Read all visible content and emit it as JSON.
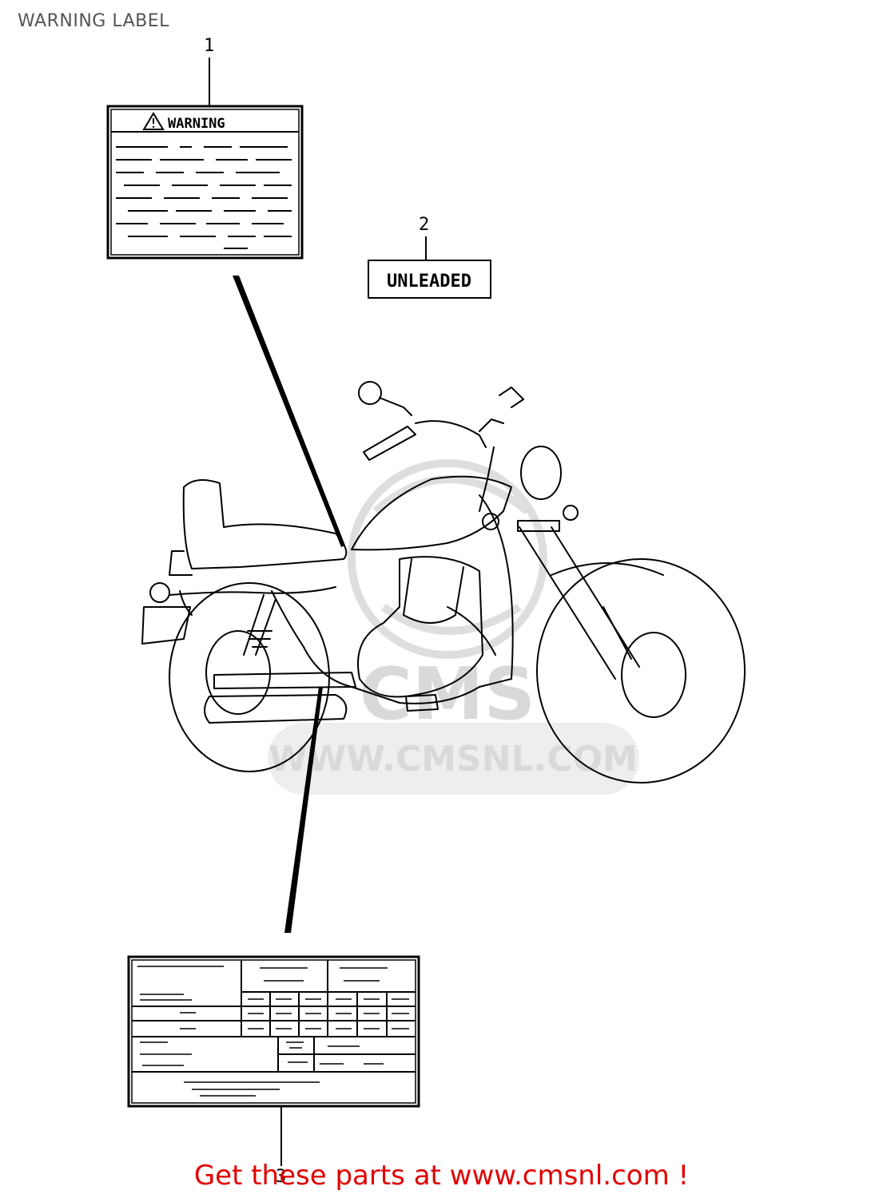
{
  "diagram": {
    "title": "WARNING LABEL"
  },
  "callouts": [
    {
      "number": "1",
      "part": "warning-label"
    },
    {
      "number": "2",
      "part": "unleaded-label"
    },
    {
      "number": "3",
      "part": "info-label"
    }
  ],
  "labels": {
    "warning_heading": "WARNING",
    "unleaded_text": "UNLEADED"
  },
  "watermark": {
    "url": "WWW.CMSNL.COM",
    "brand": "CMS"
  },
  "footer": {
    "text": "Get these parts at www.cmsnl.com !",
    "color": "#e00000"
  }
}
